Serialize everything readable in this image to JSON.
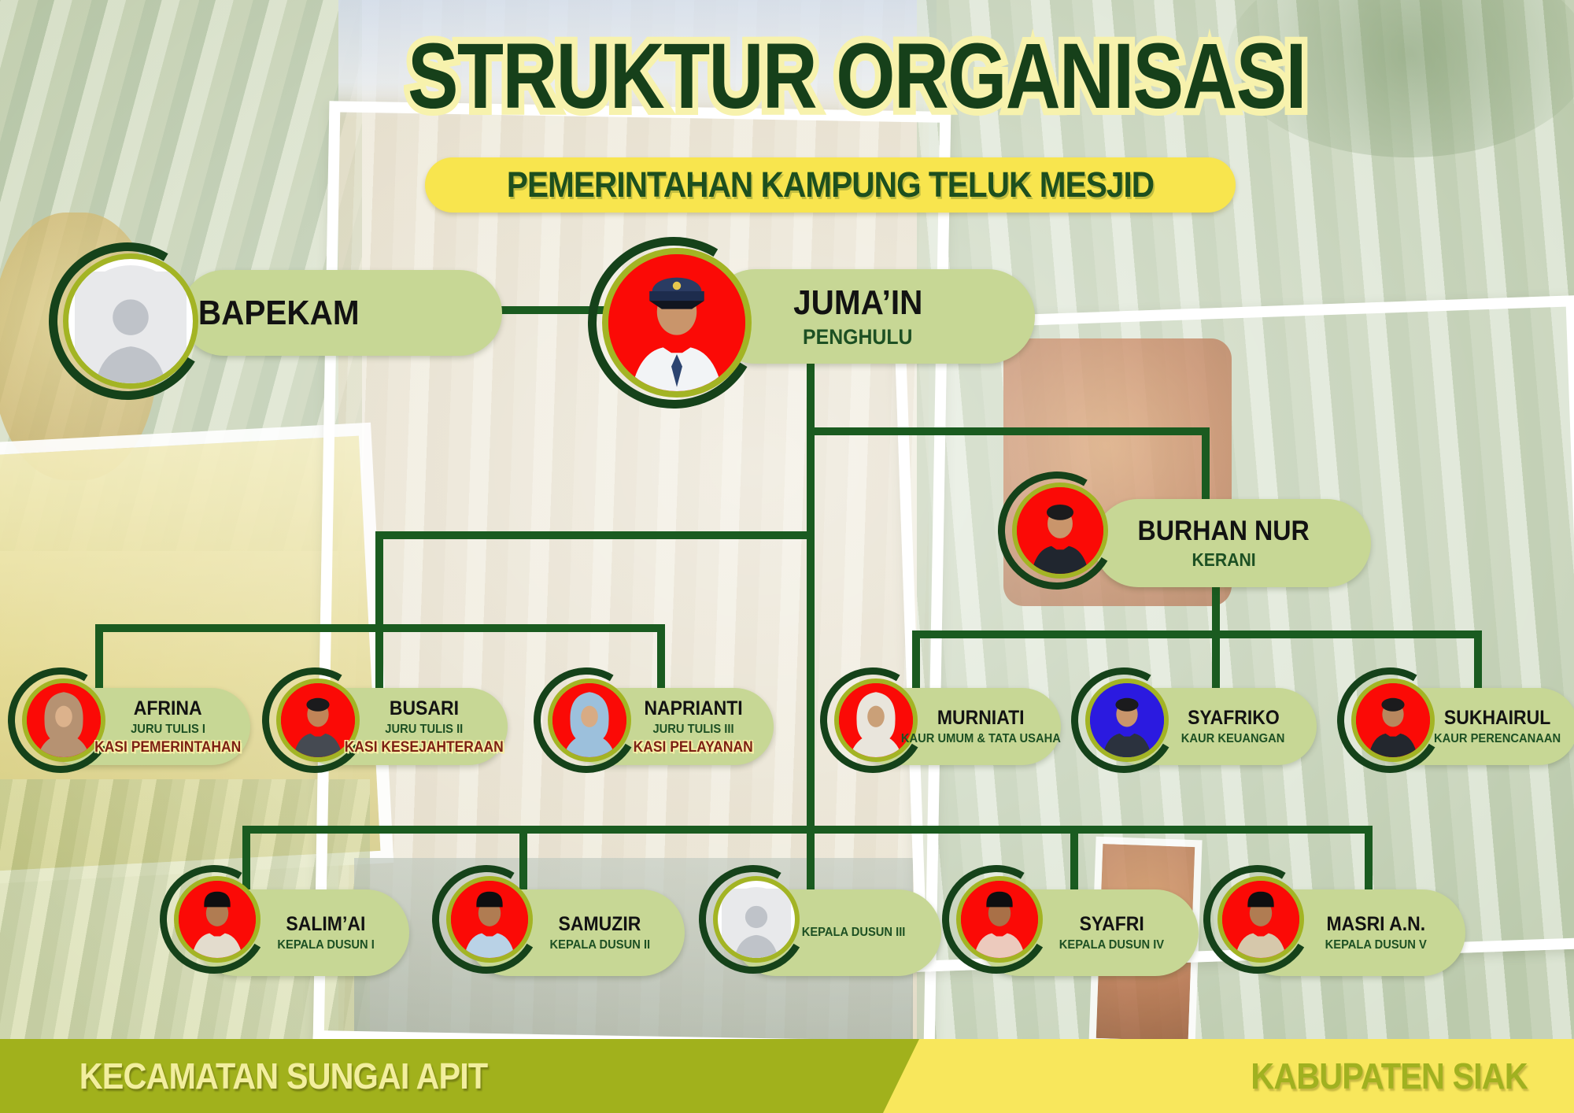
{
  "title": "STRUKTUR ORGANISASI",
  "subtitle": "PEMERINTAHAN KAMPUNG TELUK MESJID",
  "footer": {
    "left": "KECAMATAN SUNGAI APIT",
    "right": "KABUPATEN SIAK"
  },
  "colors": {
    "line_green": "#1a5b20",
    "arc_green": "#15421a",
    "pill_green": "#c7d795",
    "ring_olive": "#a3b424",
    "title_green": "#16401a",
    "title_outline": "#f7f2ad",
    "subtitle_yellow": "#f8e54e",
    "kasi_maroon": "#7d2014",
    "footer_olive": "#a1b11c",
    "footer_yellow": "#f8e75c",
    "photo_red": "#fb0a06",
    "photo_blue": "#2b1ae0"
  },
  "nodes": [
    {
      "id": "bapekam",
      "name": "BAPEKAM",
      "role": "",
      "avatar": {
        "type": "placeholder",
        "bg": "#e8e9eb"
      }
    },
    {
      "id": "jumain",
      "name": "JUMA’IN",
      "role": "PENGHULU",
      "avatar": {
        "type": "male-cap",
        "bg": "#fb0a06",
        "cloth": "#f2f4f6",
        "skin": "#c9956b",
        "tie": "#2c4470"
      }
    },
    {
      "id": "burhan",
      "name": "BURHAN NUR",
      "role": "KERANI",
      "avatar": {
        "type": "male",
        "bg": "#fb0a06",
        "cloth": "#20262f",
        "skin": "#c9956b"
      }
    },
    {
      "id": "afrina",
      "name": "AFRINA",
      "role": "JURU TULIS I",
      "subrole": "KASI  PEMERINTAHAN",
      "avatar": {
        "type": "hijab",
        "bg": "#fb0a06",
        "cloth": "#b69272",
        "skin": "#dcb28c"
      }
    },
    {
      "id": "busari",
      "name": "BUSARI",
      "role": "JURU TULIS II",
      "subrole": "KASI KESEJAHTERAAN",
      "avatar": {
        "type": "male",
        "bg": "#fb0a06",
        "cloth": "#454a52",
        "skin": "#c08457"
      }
    },
    {
      "id": "naprianti",
      "name": "NAPRIANTI",
      "role": "JURU TULIS III",
      "subrole": "KASI PELAYANAN",
      "avatar": {
        "type": "hijab",
        "bg": "#fb0a06",
        "cloth": "#9cc0dc",
        "skin": "#d8ab84"
      }
    },
    {
      "id": "murniati",
      "name": "MURNIATI",
      "role": "KAUR UMUM & TATA USAHA",
      "avatar": {
        "type": "hijab",
        "bg": "#fb0a06",
        "cloth": "#e9e5dc",
        "skin": "#caa078"
      }
    },
    {
      "id": "syafriko",
      "name": "SYAFRIKO",
      "role": "KAUR KEUANGAN",
      "avatar": {
        "type": "male",
        "bg": "#2b1ae0",
        "cloth": "#2b323e",
        "skin": "#c9956b"
      }
    },
    {
      "id": "sukhairul",
      "name": "SUKHAIRUL",
      "role": "KAUR PERENCANAAN",
      "avatar": {
        "type": "male",
        "bg": "#fb0a06",
        "cloth": "#23272e",
        "skin": "#b8875e"
      }
    },
    {
      "id": "salimai",
      "name": "SALIM’AI",
      "role": "KEPALA DUSUN I",
      "avatar": {
        "type": "male-peci",
        "bg": "#fb0a06",
        "cloth": "#e3dccd",
        "skin": "#b07c52"
      }
    },
    {
      "id": "samuzir",
      "name": "SAMUZIR",
      "role": "KEPALA DUSUN II",
      "avatar": {
        "type": "male-peci",
        "bg": "#fb0a06",
        "cloth": "#b9d2e6",
        "skin": "#b07c52"
      }
    },
    {
      "id": "dusun3",
      "name": "",
      "role": "KEPALA DUSUN III",
      "avatar": {
        "type": "placeholder",
        "bg": "#e8e9eb"
      }
    },
    {
      "id": "syafri",
      "name": "SYAFRI",
      "role": "KEPALA DUSUN IV",
      "avatar": {
        "type": "male-peci",
        "bg": "#fb0a06",
        "cloth": "#eccabd",
        "skin": "#a97047"
      }
    },
    {
      "id": "masri",
      "name": "MASRI A.N.",
      "role": "KEPALA DUSUN V",
      "avatar": {
        "type": "male-peci",
        "bg": "#fb0a06",
        "cloth": "#d6c8ab",
        "skin": "#b07c52"
      }
    }
  ]
}
